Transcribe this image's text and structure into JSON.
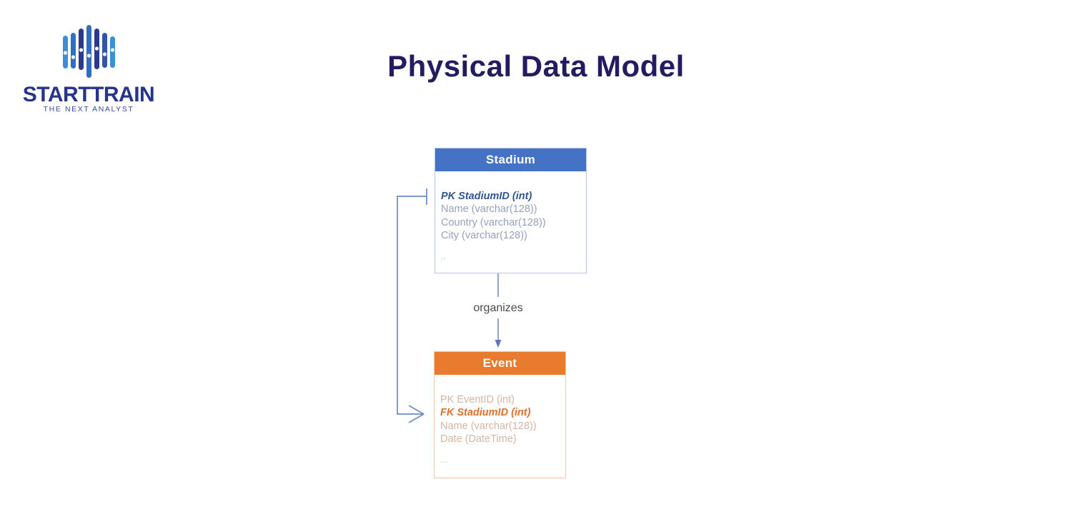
{
  "brand": {
    "logo_icon": "barcode-bars-logo",
    "wordmark": "STARTTRAIN",
    "tagline": "THE NEXT ANALYST",
    "wordmark_color": "#27348b"
  },
  "header": {
    "title": "Physical Data Model",
    "title_color": "#241c61"
  },
  "diagram": {
    "type": "entity-relationship-diagram",
    "entities": [
      {
        "id": "stadium",
        "name": "Stadium",
        "header_color": "#4472c4",
        "border_color": "#b9c6e8",
        "fields": [
          {
            "text": "PK StadiumID (int)",
            "kind": "primary-key"
          },
          {
            "text": "Name (varchar(128))",
            "kind": "attribute"
          },
          {
            "text": "Country (varchar(128))",
            "kind": "attribute"
          },
          {
            "text": "City (varchar(128))",
            "kind": "attribute"
          },
          {
            "text": "..",
            "kind": "ellipsis"
          }
        ]
      },
      {
        "id": "event",
        "name": "Event",
        "header_color": "#e87b2e",
        "border_color": "#f3c5a2",
        "fields": [
          {
            "text": "PK EventID (int)",
            "kind": "primary-key-plain"
          },
          {
            "text": "FK StadiumID (int)",
            "kind": "foreign-key"
          },
          {
            "text": "Name (varchar(128))",
            "kind": "attribute"
          },
          {
            "text": "Date (DateTime)",
            "kind": "attribute"
          },
          {
            "text": "...",
            "kind": "ellipsis"
          }
        ]
      }
    ],
    "relationships": [
      {
        "id": "organizes",
        "label": "organizes",
        "from": "Stadium",
        "to": "Event",
        "style": "arrow",
        "line_color": "#8fa4d4"
      },
      {
        "id": "stadium-id-fk",
        "label": "",
        "from": "Stadium.StadiumID",
        "to": "Event.StadiumID",
        "style": "crows-foot",
        "from_cardinality": "one",
        "to_cardinality": "many",
        "line_color": "#6f8bc4"
      }
    ]
  }
}
